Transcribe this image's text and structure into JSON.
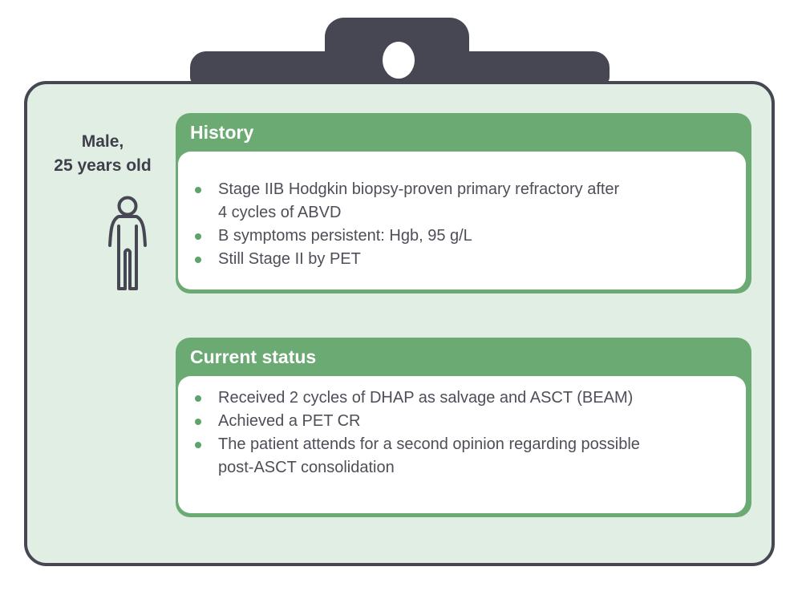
{
  "card": {
    "patient": {
      "label": "Male,\n25 years old",
      "icon": "person-icon"
    },
    "history_panel": {
      "title": "History",
      "items": [
        "Stage IIB Hodgkin biopsy-proven primary refractory after\n4 cycles of ABVD",
        "B symptoms persistent: Hgb, 95 g/L",
        "Still Stage II by PET"
      ]
    },
    "status_panel": {
      "title": "Current status",
      "items": [
        "Received 2 cycles of DHAP as salvage and ASCT (BEAM)",
        "Achieved a PET CR",
        "The patient attends for a second opinion regarding possible\npost-ASCT consolidation"
      ]
    }
  },
  "colors": {
    "clip": "#474754",
    "card_background": "#e1eee4",
    "card_border": "#474754",
    "panel_header_background": "#6bab73",
    "panel_header_text": "#ffffff",
    "content_background": "#ffffff",
    "bullet": "#5da46a",
    "body_text": "#4e4e58",
    "patient_text": "#3f3f4b"
  }
}
